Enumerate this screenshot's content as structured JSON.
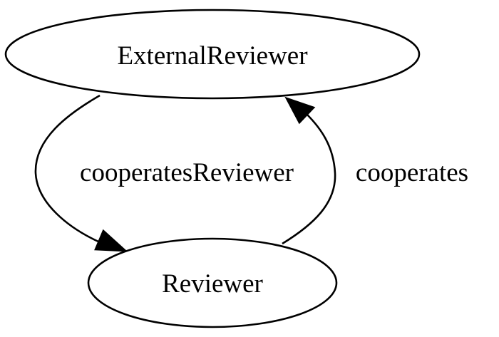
{
  "graph": {
    "nodes": [
      {
        "id": "external",
        "label": "ExternalReviewer"
      },
      {
        "id": "reviewer",
        "label": "Reviewer"
      }
    ],
    "edges": [
      {
        "from": "external",
        "to": "reviewer",
        "label": "cooperatesReviewer"
      },
      {
        "from": "reviewer",
        "to": "external",
        "label": "cooperates"
      }
    ]
  }
}
